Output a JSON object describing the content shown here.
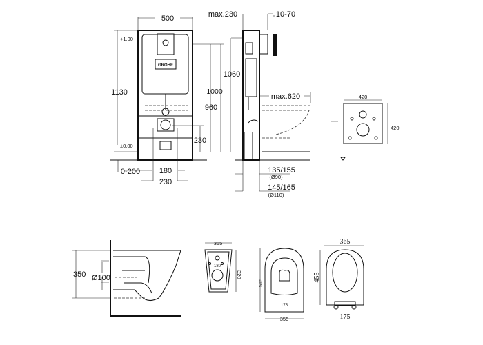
{
  "frame_front": {
    "width": "500",
    "height_total": "1130",
    "level_top": "+1.00",
    "level_floor": "±0.00",
    "h1000": "1000",
    "h960": "960",
    "h230": "230",
    "offset": "0-200",
    "w180": "180",
    "w230": "230",
    "brand": "GROHE"
  },
  "frame_side": {
    "depth": "max.230",
    "button_depth": "10-70",
    "h1060": "1060",
    "bowl": "max.620",
    "dim1": "135/155",
    "dim1_sub": "(Ø90)",
    "dim2": "145/165",
    "dim2_sub": "(Ø110)"
  },
  "plate": {
    "width": "420",
    "height": "420"
  },
  "toilet_side": {
    "height": "350",
    "pipe": "Ø100"
  },
  "toilet_back": {
    "width": "355",
    "height": "320",
    "holes": "180"
  },
  "toilet_top": {
    "length": "515",
    "width": "355",
    "holes": "175"
  },
  "seat": {
    "width": "365",
    "length": "455",
    "hinge": "175"
  }
}
